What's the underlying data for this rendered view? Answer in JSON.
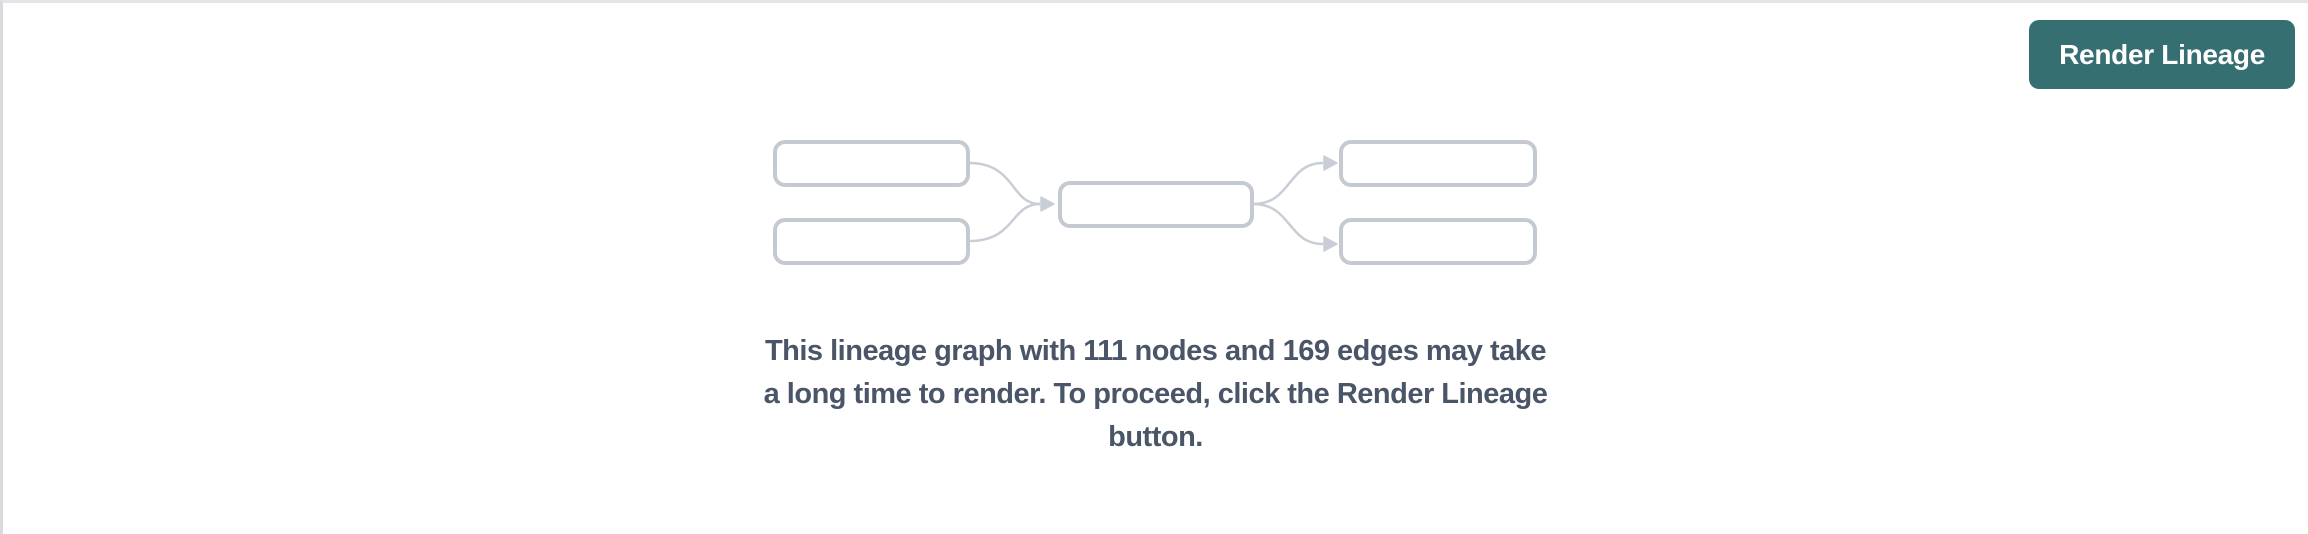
{
  "toolbar": {
    "render_button_label": "Render Lineage"
  },
  "empty_state": {
    "node_count": 111,
    "edge_count": 169,
    "message_lines": [
      "This lineage graph with 111 nodes and 169 edges may take",
      "a long time to render. To proceed, click the Render Lineage",
      "button."
    ]
  },
  "illustration": {
    "name": "lineage-graph-placeholder",
    "box_count": 5,
    "edge_count": 4
  },
  "colors": {
    "button_bg": "#366f72",
    "button_text": "#ffffff",
    "message_text": "#4a5568",
    "diagram_box_stroke": "#c5c9d2",
    "diagram_edge_stroke": "#c9cdd5",
    "panel_top_border": "#e3e4e8",
    "panel_left_border": "#d9dadd"
  }
}
